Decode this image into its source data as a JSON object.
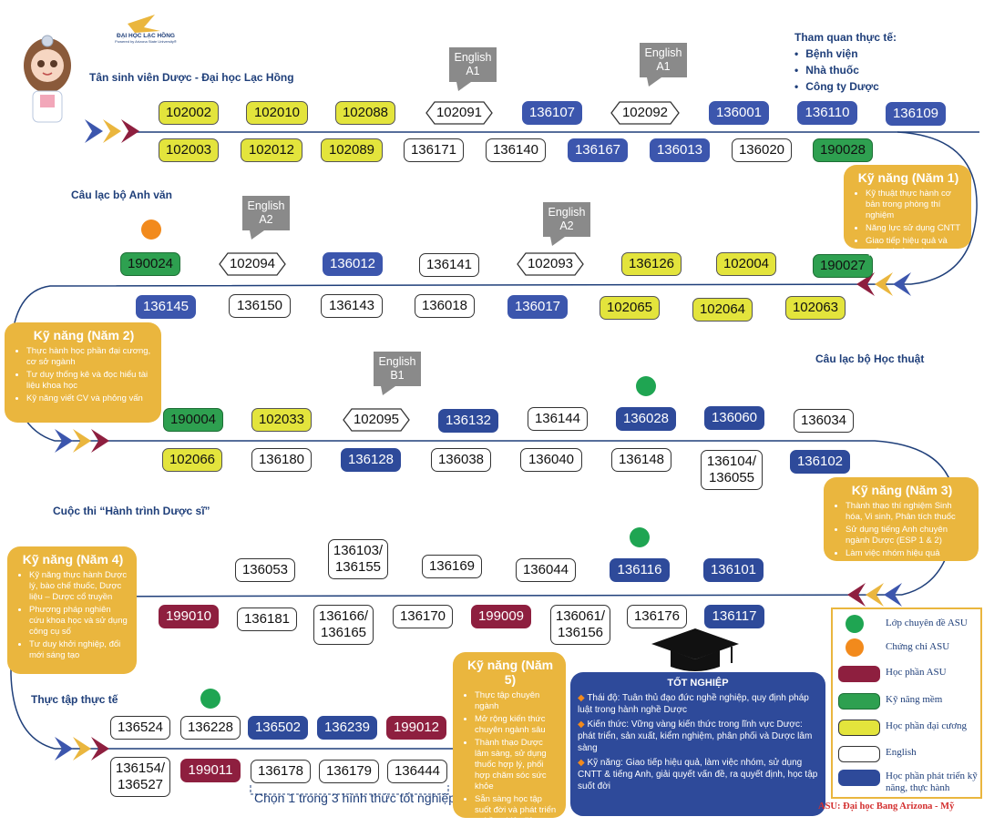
{
  "logo": {
    "name": "ĐẠI HỌC LẠC HỒNG",
    "subtitle": "Powered by Arizona State University®"
  },
  "labels": {
    "freshman": "Tân sinh viên Dược - Đại học Lạc Hồng",
    "english_club": "Câu lạc bộ Anh văn",
    "academic_club": "Câu lạc bộ Học thuật",
    "contest": "Cuộc thi “Hành trình Dược sĩ”",
    "internship": "Thực tập thực tế",
    "choose": "Chọn 1 trong 3 hình thức tốt nghiệp",
    "asu_note": "ASU: Đại học Bang Arizona - Mỹ"
  },
  "tour": {
    "title": "Tham quan thực tế:",
    "items": [
      "Bệnh viện",
      "Nhà thuốc",
      "Công ty Dược"
    ]
  },
  "bubbles": [
    "English A1",
    "English A1",
    "English A2",
    "English A2",
    "English B1"
  ],
  "rows": [
    {
      "top": [
        "102002",
        "102010",
        "102088",
        "102091",
        "136107",
        "102092",
        "136001",
        "136110",
        "136109"
      ],
      "bottom": [
        "102003",
        "102012",
        "102089",
        "136171",
        "136140",
        "136167",
        "136013",
        "136020",
        "190028"
      ]
    },
    {
      "top": [
        "190024",
        "102094",
        "136012",
        "136141",
        "102093",
        "136126",
        "102004",
        "190027"
      ],
      "bottom": [
        "136145",
        "136150",
        "136143",
        "136018",
        "136017",
        "102065",
        "102064",
        "102063"
      ]
    },
    {
      "top": [
        "190004",
        "102033",
        "102095",
        "136132",
        "136144",
        "136028",
        "136060",
        "136034"
      ],
      "bottom": [
        "102066",
        "136180",
        "136128",
        "136038",
        "136040",
        "136148",
        "136104/ 136055",
        "136102"
      ]
    },
    {
      "top": [
        "136053",
        "136103/ 136155",
        "136169",
        "136044",
        "136116",
        "136101"
      ],
      "bottom": [
        "199010",
        "136181",
        "136166/ 136165",
        "136170",
        "199009",
        "136061/ 136156",
        "136176",
        "136117"
      ]
    },
    {
      "top": [
        "136524",
        "136228",
        "136502",
        "136239",
        "199012"
      ],
      "bottom": [
        "136154/ 136527",
        "199011",
        "136178",
        "136179",
        "136444"
      ]
    }
  ],
  "skills": [
    {
      "title": "Kỹ năng (Năm 1)",
      "items": [
        "Kỹ thuật thực hành cơ bản trong phòng thí nghiệm",
        "Năng lực sử dụng CNTT",
        "Giao tiếp hiệu quả và quản trị cảm xúc"
      ]
    },
    {
      "title": "Kỹ năng (Năm 2)",
      "items": [
        "Thực hành học phần đại cương, cơ sở ngành",
        "Tư duy thống kê và đọc hiểu tài liệu khoa học",
        "Kỹ năng viết CV và phỏng vấn"
      ]
    },
    {
      "title": "Kỹ năng (Năm 3)",
      "items": [
        "Thành thạo thí nghiệm Sinh hóa, Vi sinh, Phân tích thuốc",
        "Sử dụng tiếng Anh chuyên ngành Dược (ESP 1 & 2)",
        "Làm việc nhóm hiệu quả"
      ]
    },
    {
      "title": "Kỹ năng (Năm 4)",
      "items": [
        "Kỹ năng thực hành Dược lý, bào chế thuốc, Dược liệu – Dược cổ truyền",
        "Phương pháp nghiên cứu khoa học và sử dụng công cụ số",
        "Tư duy khởi nghiệp, đổi mới sáng tạo"
      ]
    },
    {
      "title": "Kỹ năng (Năm 5)",
      "items": [
        "Thực tập chuyên ngành",
        "Mở rộng kiến thức chuyên ngành sâu",
        "Thành thạo Dược lâm sàng, sử dụng thuốc hợp lý, phối hợp chăm sóc sức khỏe",
        "Sẵn sàng học tập suốt đời và phát triển nghề nghiệp liên tục"
      ]
    }
  ],
  "graduation": {
    "title": "TỐT NGHIỆP",
    "items": [
      "Thái độ: Tuân thủ đạo đức nghề nghiệp, quy định pháp luật trong hành nghề Dược",
      "Kiến thức: Vững vàng kiến thức trong lĩnh vực Dược: phát triển, sản xuất, kiểm nghiệm, phân phối và Dược lâm sàng",
      "Kỹ năng: Giao tiếp hiệu quả, làm việc nhóm, sử dụng CNTT & tiếng Anh, giải quyết vấn đề, ra quyết định, học tập suốt đời"
    ]
  },
  "legend": [
    {
      "label": "Lớp chuyên đề ASU",
      "kind": "dot",
      "color": "#1fa552"
    },
    {
      "label": "Chứng chỉ ASU",
      "kind": "dot",
      "color": "#f28a1c"
    },
    {
      "label": "Học phần ASU",
      "kind": "swatch",
      "color": "#8e1f3f"
    },
    {
      "label": "Kỹ năng mềm",
      "kind": "swatch",
      "color": "#2ea050"
    },
    {
      "label": "Học phần đại cương",
      "kind": "swatch",
      "color": "#e3e43c"
    },
    {
      "label": "English",
      "kind": "swatch",
      "color": "#ffffff"
    },
    {
      "label": "Học phần phát triển kỹ năng, thực hành",
      "kind": "swatch",
      "color": "#2e4a9a"
    }
  ],
  "colors": {
    "general": "#e3e43c",
    "english": "#ffffff",
    "practice": "#3c56ad",
    "soft_skill": "#2ea050",
    "asu": "#8e1f3f",
    "skill_box": "#eab63e",
    "graduation": "#2e4a9a",
    "road": "#1f3f7a"
  }
}
